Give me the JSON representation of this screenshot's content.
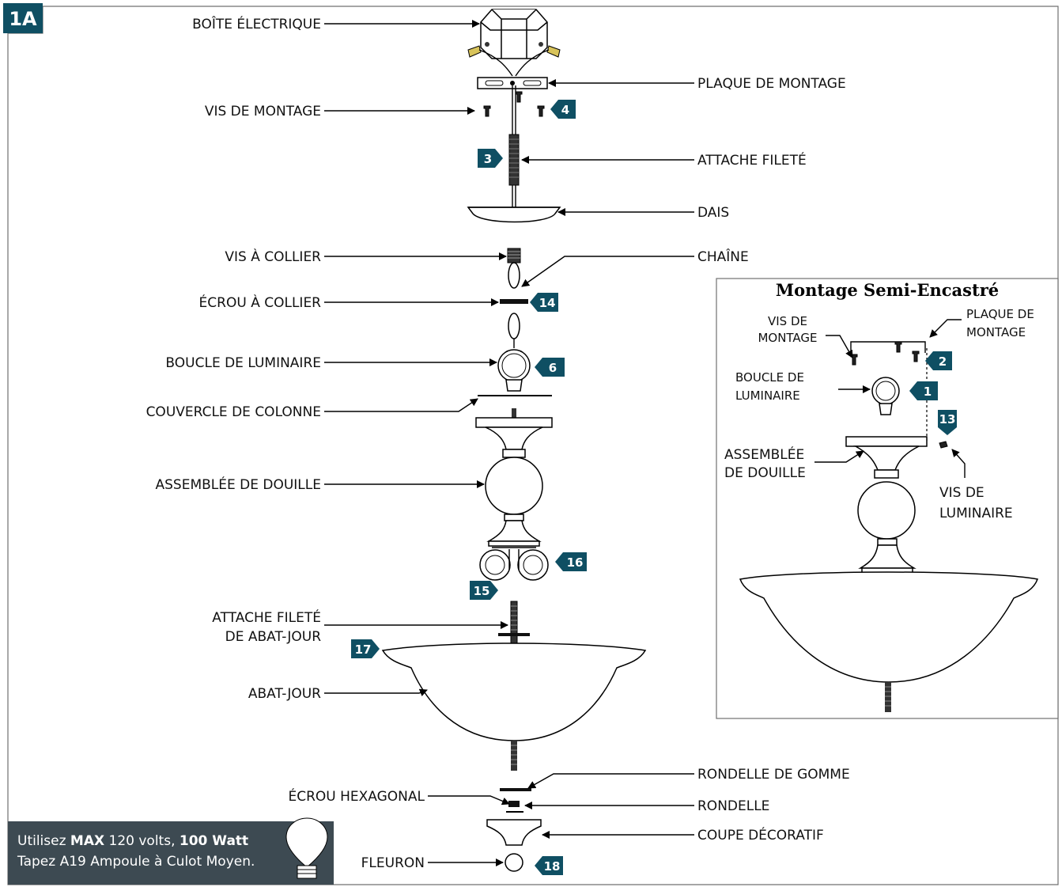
{
  "figure_label": "1A",
  "colors": {
    "badge": "#0f4f63",
    "note_bg": "#3d4a52",
    "frame": "#707070"
  },
  "labels": {
    "electrical_box": "BOÎTE ÉLECTRIQUE",
    "mounting_plate": "PLAQUE DE MONTAGE",
    "mounting_screws": "VIS DE MONTAGE",
    "threaded_pipe": "ATTACHE FILETÉ",
    "canopy": "DAIS",
    "collar_screw": "VIS À COLLIER",
    "chain": "CHAÎNE",
    "collar_nut": "ÉCROU À COLLIER",
    "fixture_loop": "BOUCLE DE LUMINAIRE",
    "column_cover": "COUVERCLE DE COLONNE",
    "socket_assembly": "ASSEMBLÉE DE DOUILLE",
    "shade_pipe_line1": "ATTACHE FILETÉ",
    "shade_pipe_line2": "DE ABAT-JOUR",
    "shade": "ABAT-JOUR",
    "rubber_washer": "RONDELLE DE GOMME",
    "hex_nut": "ÉCROU HEXAGONAL",
    "washer": "RONDELLE",
    "decorative_cup": "COUPE DÉCORATIF",
    "finial": "FLEURON"
  },
  "steps": {
    "s3": "3",
    "s4": "4",
    "s6": "6",
    "s14": "14",
    "s15": "15",
    "s16": "16",
    "s17": "17",
    "s18": "18"
  },
  "inset": {
    "title": "Montage Semi-Encastré",
    "mounting_screws_line1": "VIS DE",
    "mounting_screws_line2": "MONTAGE",
    "mounting_plate_line1": "PLAQUE DE",
    "mounting_plate_line2": "MONTAGE",
    "fixture_loop_line1": "BOUCLE DE",
    "fixture_loop_line2": "LUMINAIRE",
    "socket_assembly_line1": "ASSEMBLÉE",
    "socket_assembly_line2": "DE DOUILLE",
    "fixture_screw_line1": "VIS DE",
    "fixture_screw_line2": "LUMINAIRE",
    "step_a": "2",
    "step_b": "1",
    "step_c": "13"
  },
  "note": {
    "line1_a": "Utilisez ",
    "line1_b": "MAX",
    "line1_c": " 120 volts, ",
    "line1_d": "100 Watt",
    "line2": "Tapez A19 Ampoule à Culot Moyen."
  }
}
